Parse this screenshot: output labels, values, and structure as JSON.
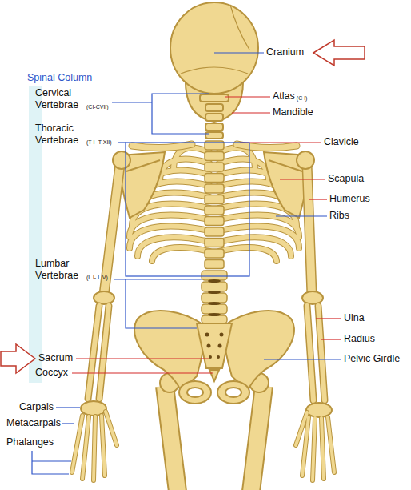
{
  "diagram": {
    "labels": [
      "Cranium",
      "Atlas",
      "(C I)",
      "Mandible",
      "Clavicle",
      "Scapula",
      "Humerus",
      "Ribs",
      "Spinal Column",
      "Cervical Vertebrae",
      "(CI-CVII)",
      "Thoracic Vertebrae",
      "(T I -T XII)",
      "Lumbar Vertebrae",
      "(L I- L V)",
      "Sacrum",
      "Coccyx",
      "Ulna",
      "Radius",
      "Pelvic Girdle",
      "Carpals",
      "Metacarpals",
      "Phalanges"
    ]
  }
}
